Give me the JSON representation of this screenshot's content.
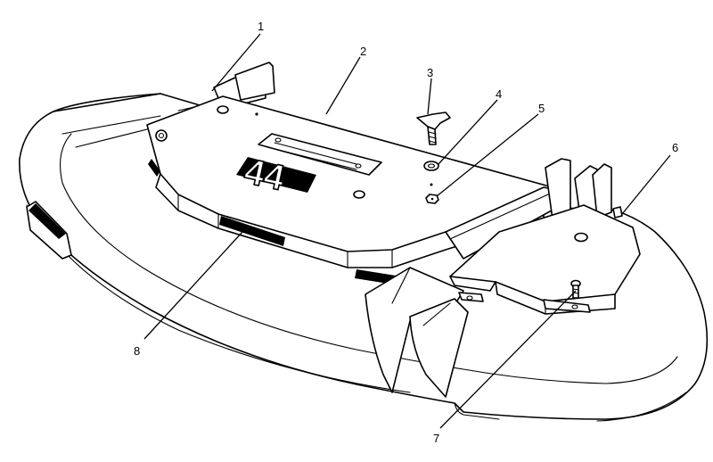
{
  "diagram": {
    "decal_text": "44",
    "callouts": [
      {
        "id": "1",
        "label": "1"
      },
      {
        "id": "2",
        "label": "2"
      },
      {
        "id": "3",
        "label": "3"
      },
      {
        "id": "4",
        "label": "4"
      },
      {
        "id": "5",
        "label": "5"
      },
      {
        "id": "6",
        "label": "6"
      },
      {
        "id": "7",
        "label": "7"
      },
      {
        "id": "8",
        "label": "8"
      }
    ]
  }
}
